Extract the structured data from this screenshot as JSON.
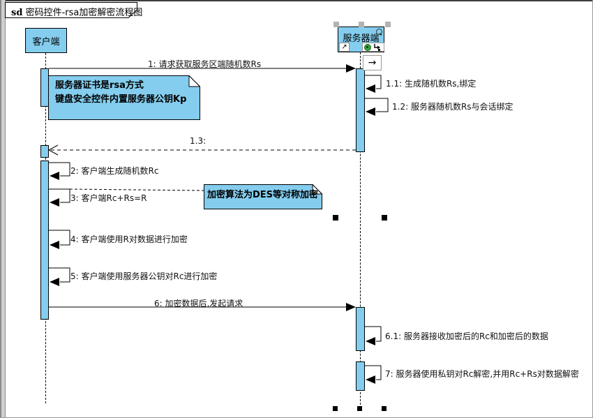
{
  "frame": {
    "keyword": "sd",
    "title": "密码控件-rsa加密解密流程图"
  },
  "lifelines": [
    {
      "name": "客户端"
    },
    {
      "name": "服务器端"
    }
  ],
  "notes": [
    {
      "lines": [
        "服务器证书是rsa方式",
        "键盘安全控件内置服务器公钥Kp"
      ]
    },
    {
      "lines": [
        "加密算法为DES等对称加密"
      ]
    }
  ],
  "messages": [
    {
      "label": "1: 请求获取服务区端随机数Rs",
      "kind": "sync"
    },
    {
      "label": "1.1: 生成随机数Rs,绑定",
      "kind": "self"
    },
    {
      "label": "1.2: 服务器随机数Rs与会话绑定",
      "kind": "self"
    },
    {
      "label": "1.3:",
      "kind": "return"
    },
    {
      "label": "2: 客户端生成随机数Rc",
      "kind": "self"
    },
    {
      "label": "3: 客户端Rc+Rs=R",
      "kind": "self"
    },
    {
      "label": "4: 客户端使用R对数据进行加密",
      "kind": "self"
    },
    {
      "label": "5: 客户端使用服务器公钥对Rc进行加密",
      "kind": "self"
    },
    {
      "label": "6: 加密数据后,发起请求",
      "kind": "sync"
    },
    {
      "label": "6.1: 服务器接收加密后的Rc和加密后的数据",
      "kind": "self"
    },
    {
      "label": "7: 服务器使用私钥对Rc解密,并用Rc+Rs对数据解密",
      "kind": "self"
    }
  ],
  "icons": {
    "nav_arrow": "↗",
    "quicklink_arrow": "→"
  },
  "colors": {
    "element_fill": "#84cdee",
    "line": "#000000",
    "handle_gray": "#b3b3b3",
    "handle_black": "#000000"
  }
}
